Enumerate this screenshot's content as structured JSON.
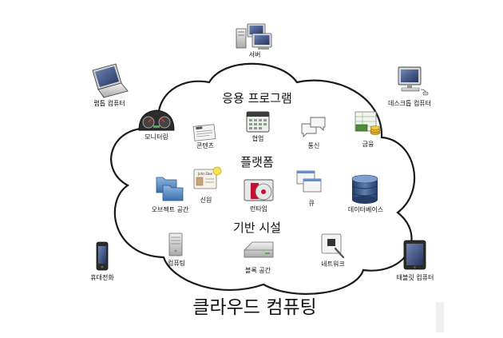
{
  "title": "클라우드 컴퓨팅",
  "sections": {
    "application": "응용 프로그램",
    "platform": "플랫폼",
    "infrastructure": "기반 시설"
  },
  "devices": {
    "server": "서버",
    "laptop": "랩톱 컴퓨터",
    "desktop": "데스크톱 컴퓨터",
    "phone": "휴대전화",
    "tablet": "태블릿 컴퓨터"
  },
  "application_items": {
    "monitoring": "모니터링",
    "content": "콘텐츠",
    "collaboration": "협업",
    "communication": "통신",
    "finance": "금융"
  },
  "platform_items": {
    "object_storage": "오브젝트 공간",
    "identity": "신원",
    "runtime": "런타임",
    "queue": "큐",
    "database": "데이터베이스"
  },
  "infrastructure_items": {
    "compute": "컴퓨팅",
    "block_storage": "블록 공간",
    "network": "네트워크"
  },
  "colors": {
    "cloud_stroke": "#1a1a1a",
    "database_blue": "#2f4f7f",
    "runtime_red": "#c8102e",
    "folder_blue": "#5b8fc7",
    "finance_gold": "#d9a520"
  },
  "identity_card_name": "John Doe"
}
